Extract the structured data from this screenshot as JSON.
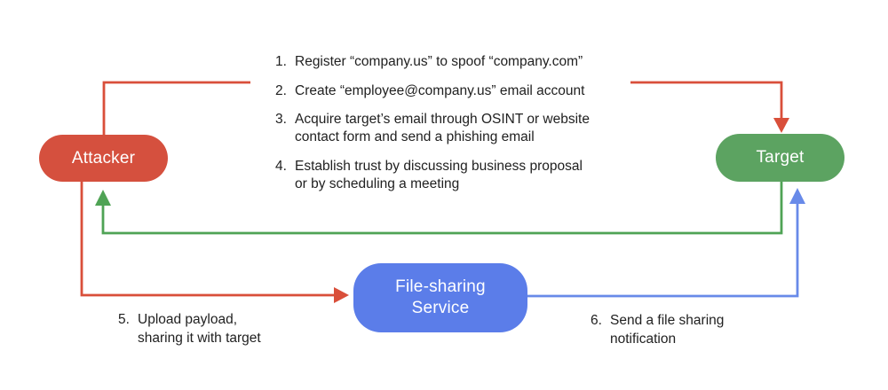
{
  "colors": {
    "red_node": "#d5503e",
    "red_line": "#d94f3a",
    "green_node": "#5ca361",
    "green_line": "#4fa355",
    "blue_node": "#5b7de9",
    "blue_line": "#688ae9",
    "text_dark": "#212121",
    "node_text": "#ffffff",
    "background": "#ffffff"
  },
  "nodes": {
    "attacker": "Attacker",
    "target": "Target",
    "file_sharing": "File-sharing\nService"
  },
  "steps": [
    {
      "num": "1.",
      "text": "Register “company.us” to spoof “company.com”"
    },
    {
      "num": "2.",
      "text": "Create “employee@company.us” email account"
    },
    {
      "num": "3.",
      "text": "Acquire target’s email through OSINT or website\ncontact form and send a phishing email"
    },
    {
      "num": "4.",
      "text": "Establish trust by discussing business proposal\nor by scheduling a meeting"
    }
  ],
  "bottom_steps": [
    {
      "num": "5.",
      "text": "Upload payload,\nsharing it with target"
    },
    {
      "num": "6.",
      "text": "Send a file sharing\nnotification"
    }
  ]
}
